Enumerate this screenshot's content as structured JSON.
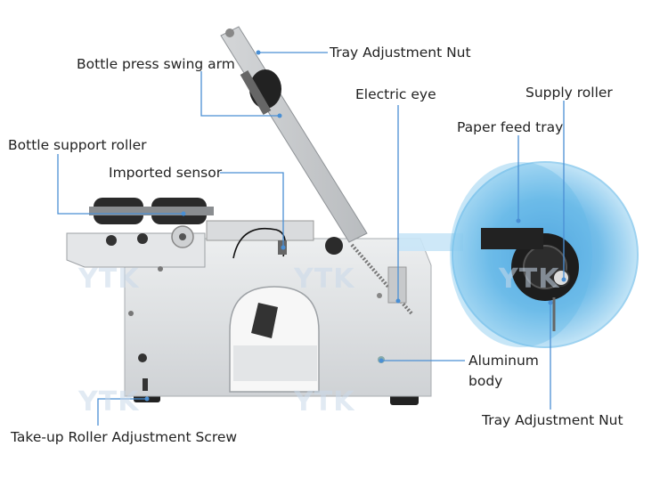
{
  "watermark": "YTK",
  "colors": {
    "leader_line": "#4a8fd4",
    "machine_body": "#d8dadc",
    "reel": "#5cb3e6",
    "roller": "#2a2a2a"
  },
  "labels": {
    "tray_adjustment_nut_top": "Tray Adjustment Nut",
    "bottle_press_swing_arm": "Bottle press swing arm",
    "electric_eye": "Electric eye",
    "supply_roller": "Supply roller",
    "paper_feed_tray": "Paper feed tray",
    "bottle_support_roller": "Bottle support roller",
    "imported_sensor": "Imported sensor",
    "aluminum_body_line1": "Aluminum",
    "aluminum_body_line2": "body",
    "tray_adjustment_nut_bottom": "Tray Adjustment Nut",
    "take_up_roller_adjustment_screw": "Take-up Roller Adjustment Screw"
  }
}
